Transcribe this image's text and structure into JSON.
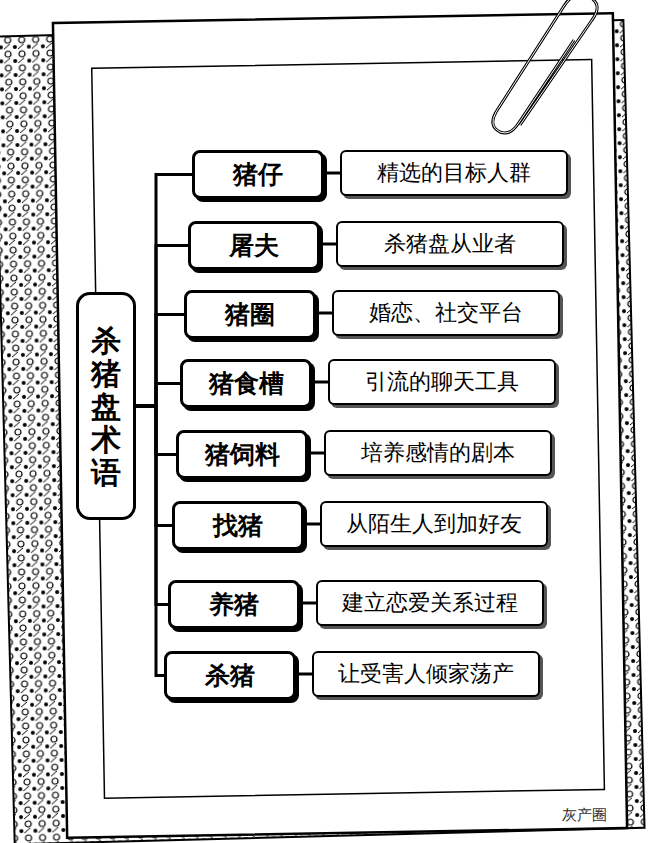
{
  "diagram": {
    "nodes": [
      {
        "text": [
          "杀猪盘术语"
        ]
      },
      {
        "text": [
          "猪仔"
        ]
      },
      {
        "text": [
          "精选的目标人群"
        ]
      },
      {
        "text": [
          "屠夫"
        ]
      },
      {
        "text": [
          "杀猪盘从业者"
        ]
      },
      {
        "text": [
          "猪圈"
        ]
      },
      {
        "text": [
          "婚恋、社交平台"
        ]
      },
      {
        "text": [
          "猪食槽"
        ]
      },
      {
        "text": [
          "引流的聊天工具"
        ]
      },
      {
        "text": [
          "猪饲料"
        ]
      },
      {
        "text": [
          "培养感情的剧本"
        ]
      },
      {
        "text": [
          "找猪"
        ]
      },
      {
        "text": [
          "从陌生人到加好友"
        ]
      },
      {
        "text": [
          "养猪"
        ]
      },
      {
        "text": [
          "建立恋爱关系过程"
        ]
      },
      {
        "text": [
          "杀猪"
        ]
      },
      {
        "text": [
          "让受害人倾家荡产"
        ]
      }
    ],
    "edges": [
      {
        "from": 0,
        "to": 1,
        "arrow": "none"
      },
      {
        "from": 1,
        "to": 2,
        "arrow": "none"
      },
      {
        "from": 0,
        "to": 3,
        "arrow": "none"
      },
      {
        "from": 3,
        "to": 4,
        "arrow": "none"
      },
      {
        "from": 0,
        "to": 5,
        "arrow": "none"
      },
      {
        "from": 5,
        "to": 6,
        "arrow": "none"
      },
      {
        "from": 0,
        "to": 7,
        "arrow": "none"
      },
      {
        "from": 7,
        "to": 8,
        "arrow": "none"
      },
      {
        "from": 0,
        "to": 9,
        "arrow": "none"
      },
      {
        "from": 9,
        "to": 10,
        "arrow": "none"
      },
      {
        "from": 0,
        "to": 11,
        "arrow": "none"
      },
      {
        "from": 11,
        "to": 12,
        "arrow": "none"
      },
      {
        "from": 0,
        "to": 13,
        "arrow": "none"
      },
      {
        "from": 13,
        "to": 14,
        "arrow": "none"
      },
      {
        "from": 0,
        "to": 15,
        "arrow": "none"
      },
      {
        "from": 15,
        "to": 16,
        "arrow": "none"
      }
    ],
    "labels": [
      "灰产圈"
    ]
  }
}
